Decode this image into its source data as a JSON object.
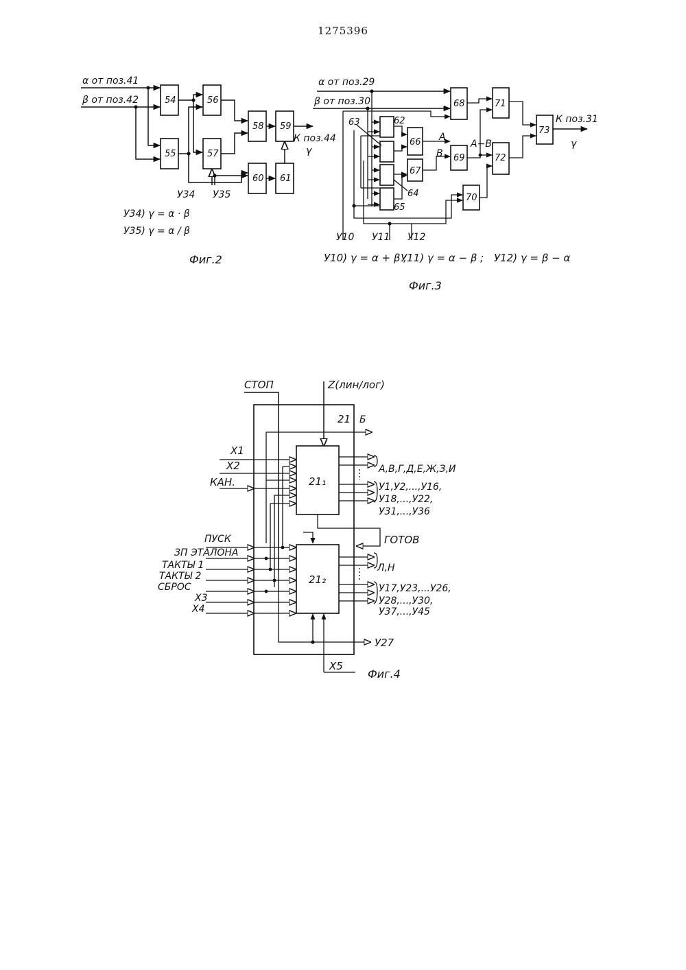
{
  "page_number": "1275396",
  "fig2": {
    "input_alpha": "α от поз.41",
    "input_beta": "β от поз.42",
    "blocks": [
      "54",
      "55",
      "56",
      "57",
      "58",
      "59",
      "60",
      "61"
    ],
    "output": "К поз.44",
    "output_gamma": "γ",
    "ctrl_a": "У34",
    "ctrl_b": "У35",
    "formula_a": "У34) γ = α · β",
    "formula_b": "У35) γ = α / β",
    "caption": "Фиг.2"
  },
  "fig3": {
    "input_alpha": "α от поз.29",
    "input_beta": "β от поз.30",
    "blocks": [
      "66",
      "67",
      "68",
      "69",
      "70",
      "71",
      "72",
      "73"
    ],
    "block_refs": [
      "62",
      "63",
      "64",
      "65"
    ],
    "signal_a": "А",
    "signal_b": "В",
    "signal_ab": "А−В",
    "output": "К поз.31",
    "output_gamma": "γ",
    "ctrl_a": "У10",
    "ctrl_b": "У11",
    "ctrl_c": "У12",
    "formula_a": "У10) γ = α + β ;",
    "formula_b": "У11) γ = α − β ;",
    "formula_c": "У12) γ = β − α",
    "caption": "Фиг.3"
  },
  "fig4": {
    "stop": "СТОП",
    "z_input": "Z(лин/лог)",
    "block_outer": "21",
    "out_b": "Б",
    "x1": "X1",
    "x2": "X2",
    "kan": "КАН.",
    "block1": "21₁",
    "out1_a": "А,В,Г,Д,Е,Ж,З,И",
    "out1_b": "У1,У2,...,У16,",
    "out1_c": "У18,...,У22,",
    "out1_d": "У31,...,У36",
    "gotov": "ГОТОВ",
    "pusk": "ПУСК",
    "zp": "ЗП ЭТАЛОНА",
    "takty1": "ТАКТЫ 1",
    "takty2": "ТАКТЫ 2",
    "sbros": "СБРОС",
    "x3": "X3",
    "x4": "X4",
    "block2": "21₂",
    "out2_a": "Л,Н",
    "out2_b": "У17,У23,...У26,",
    "out2_c": "У28,...,У30,",
    "out2_d": "У37,...,У45",
    "out_y27": "У27",
    "x5": "X5",
    "caption": "Фиг.4"
  }
}
